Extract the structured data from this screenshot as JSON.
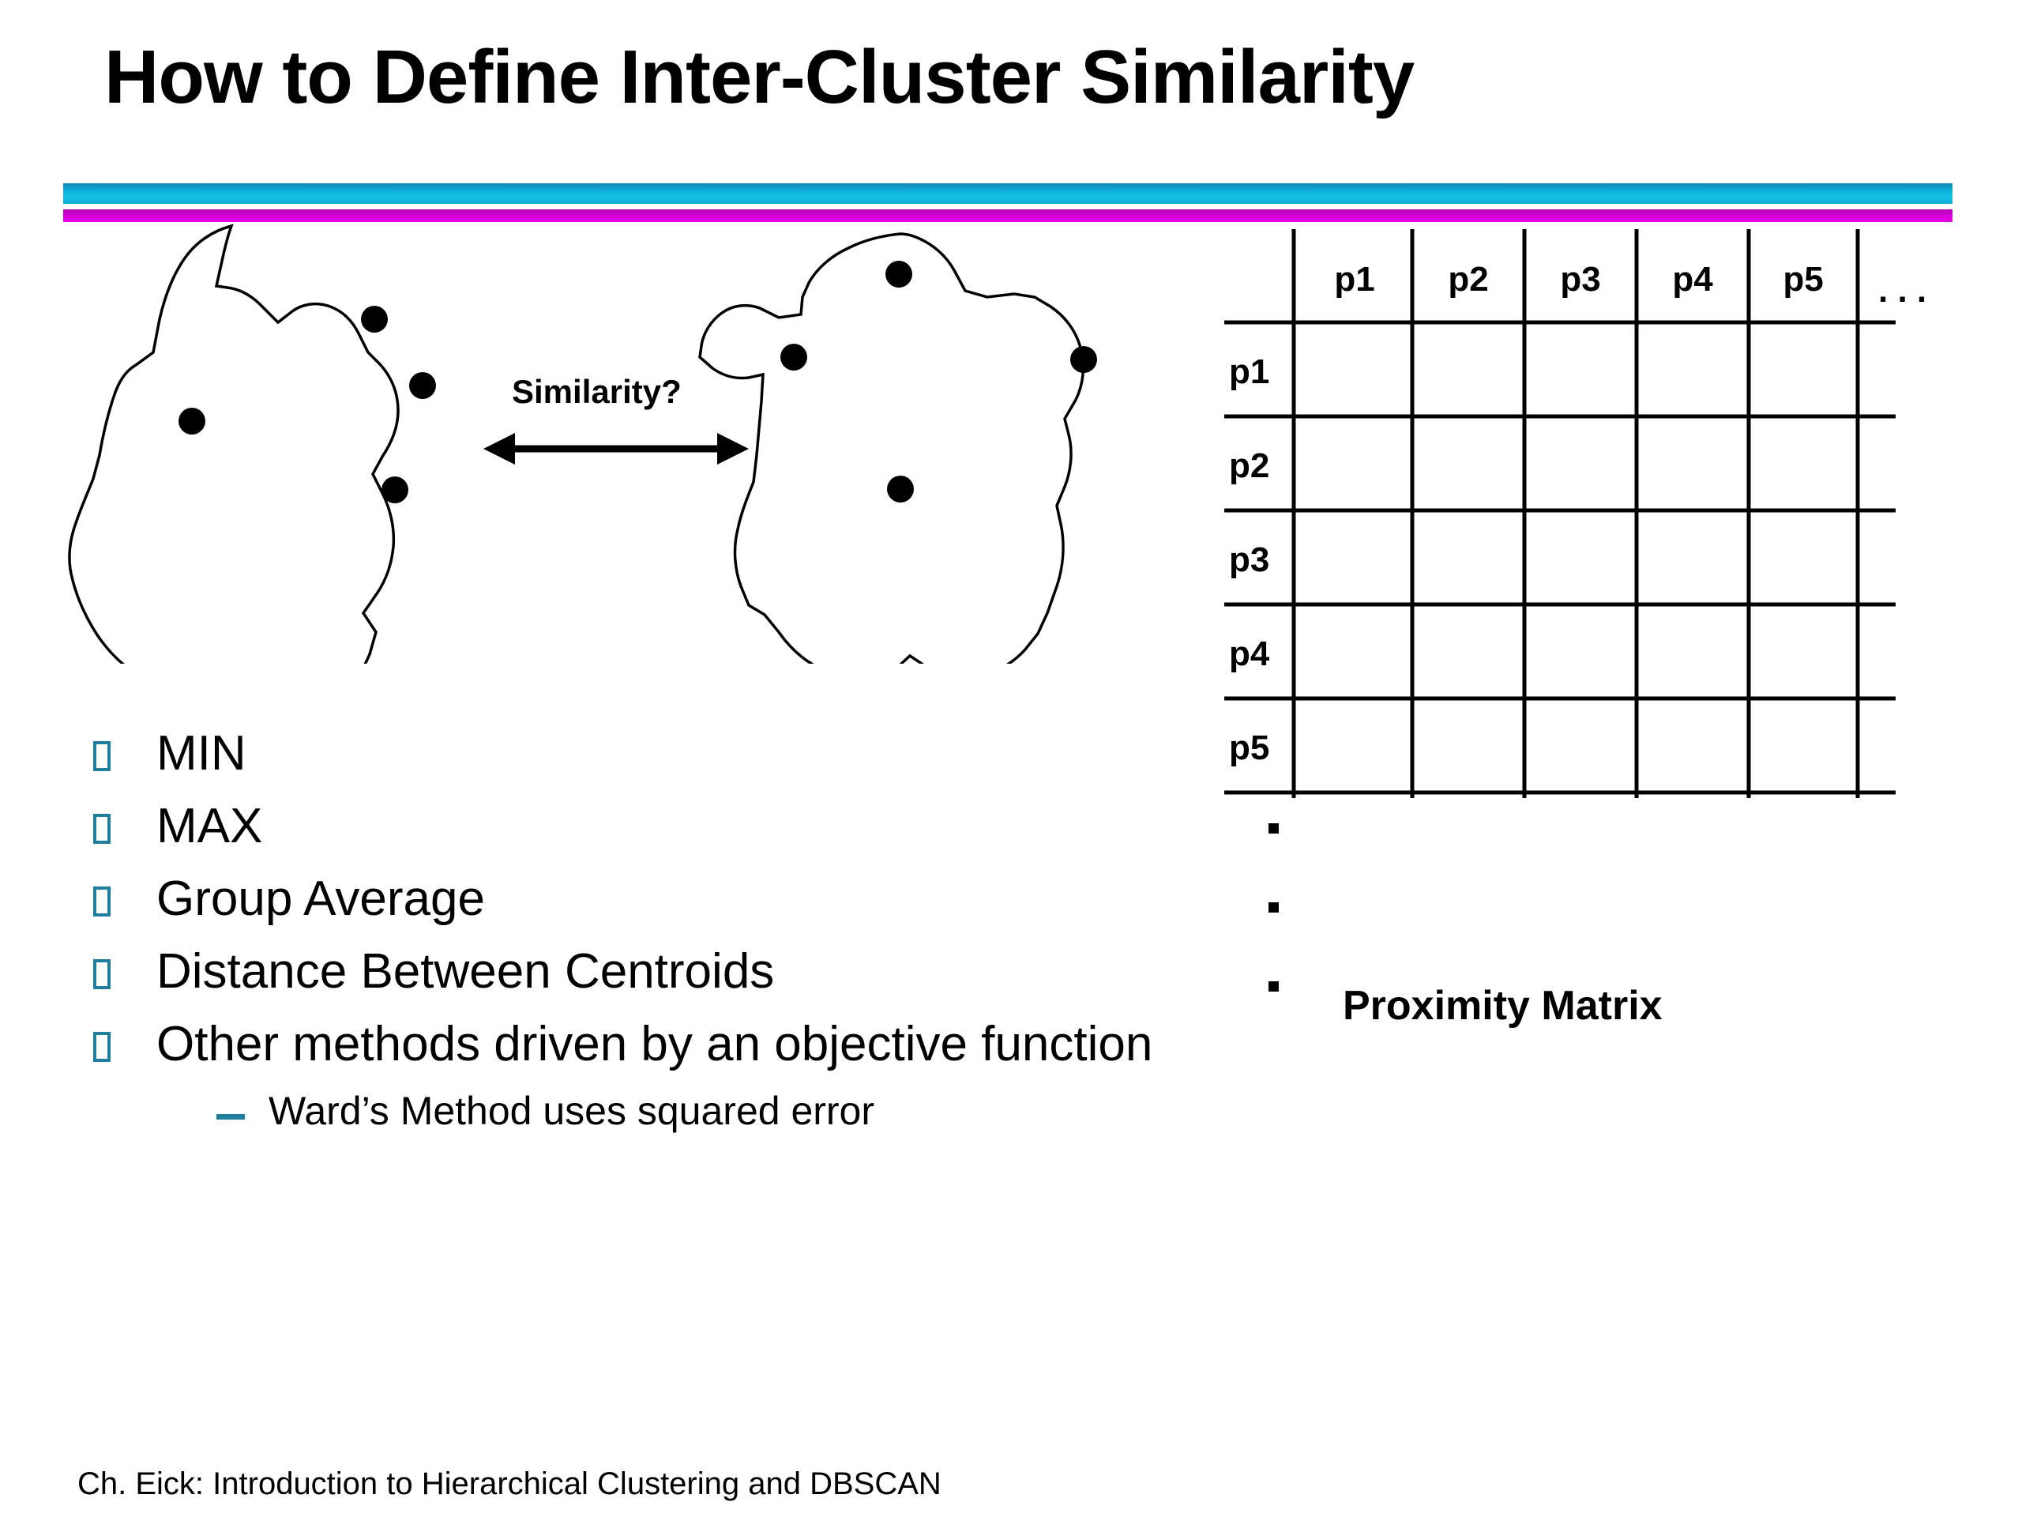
{
  "slide": {
    "title": "How to Define Inter-Cluster Similarity",
    "footer": "Ch. Eick: Introduction to Hierarchical Clustering and DBSCAN",
    "accent_bar_top_color": "#0fb4de",
    "accent_bar_bottom_color": "#d900d9",
    "bullet_marker_color": "#1f7e9e"
  },
  "diagram": {
    "similarity_label": "Similarity?",
    "left_cluster_points": 4,
    "right_cluster_points": 4,
    "arrow": "double-headed-horizontal-arrow"
  },
  "bullets": [
    {
      "label": "MIN"
    },
    {
      "label": "MAX"
    },
    {
      "label": "Group Average"
    },
    {
      "label": "Distance Between Centroids"
    },
    {
      "label": "Other methods driven by an objective function",
      "sub": [
        {
          "label": "Ward’s Method uses squared error"
        }
      ]
    }
  ],
  "matrix": {
    "caption": "Proximity Matrix",
    "column_headers": [
      "p1",
      "p2",
      "p3",
      "p4",
      "p5"
    ],
    "column_ellipsis": ". . .",
    "row_headers": [
      "p1",
      "p2",
      "p3",
      "p4",
      "p5"
    ],
    "row_ellipsis_dots": 3,
    "cells_empty": true
  }
}
